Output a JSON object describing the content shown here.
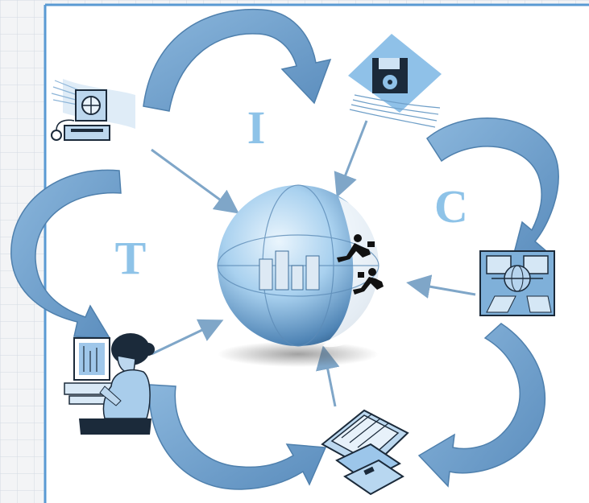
{
  "diagram": {
    "letters": [
      "I",
      "C",
      "T"
    ],
    "colors": {
      "arrow_fill": "#6f9fc8",
      "arrow_stroke": "#4f80ad",
      "letter": "#8ec3e8",
      "frame": "#5a9ad3",
      "grid_line": "#d3dae3",
      "globe": "#7fb4dd",
      "icon_dark": "#1b2a3a"
    },
    "icons": [
      "computer-terminal-icon",
      "floppy-disk-icon",
      "network-transfer-icon",
      "floppy-disks-tray-icon",
      "person-at-computer-icon",
      "globe-with-runners-icon"
    ]
  }
}
